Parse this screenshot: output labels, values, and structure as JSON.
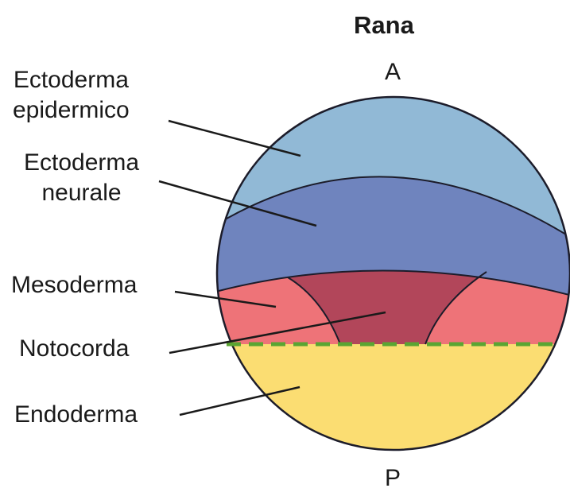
{
  "title": "Rana",
  "axis": {
    "top": "A",
    "bottom": "P"
  },
  "labels": {
    "ectoderm_epidermal": [
      "Ectoderma",
      "epidermico"
    ],
    "ectoderm_neural": [
      "Ectoderma",
      "neurale"
    ],
    "mesoderm": "Mesoderma",
    "notochord": "Notocorda",
    "endoderm": "Endoderma"
  },
  "colors": {
    "ectoderm_epidermal": "#91b9d6",
    "ectoderm_neural": "#6f84be",
    "mesoderm": "#ee7378",
    "notochord": "#b2465a",
    "endoderm": "#fbdd72",
    "dashed_line": "#5aa532"
  }
}
